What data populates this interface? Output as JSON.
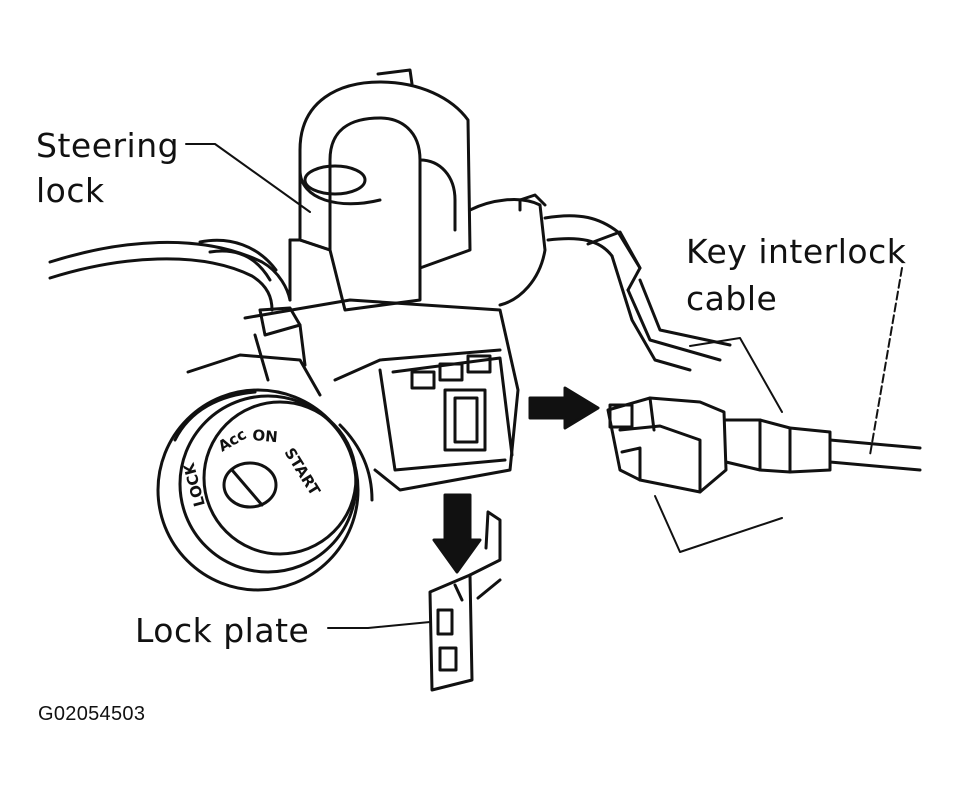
{
  "labels": {
    "steering_lock_line1": "Steering",
    "steering_lock_line2": "lock",
    "key_interlock_line1": "Key interlock",
    "key_interlock_line2": "cable",
    "lock_plate": "Lock plate"
  },
  "dial": {
    "lock": "LOCK",
    "acc": "Acc",
    "on": "ON",
    "start": "START"
  },
  "figure_id": "G02054503",
  "colors": {
    "ink": "#111111",
    "background": "#ffffff"
  }
}
